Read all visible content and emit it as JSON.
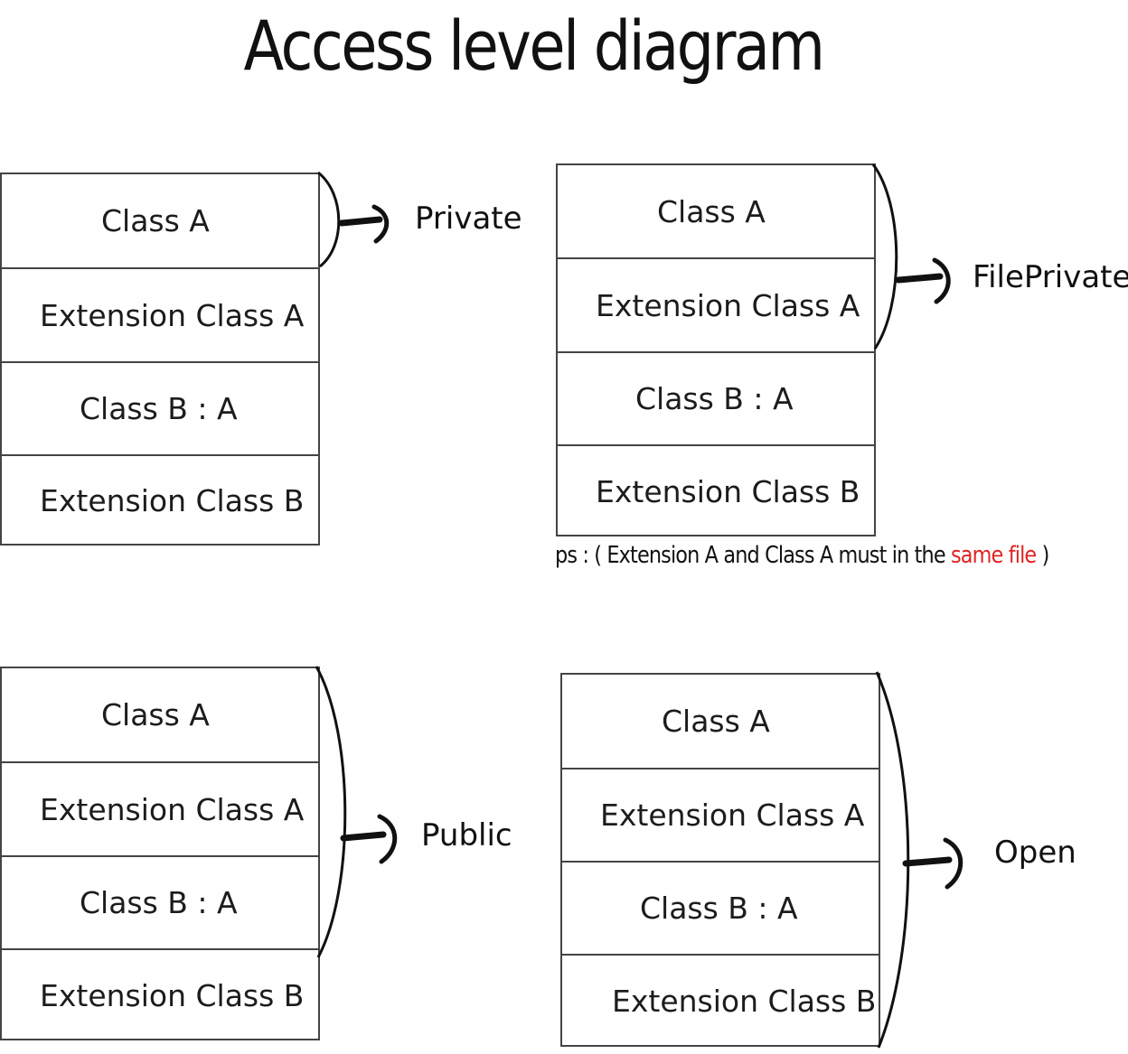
{
  "title": "Access level diagram",
  "colors": {
    "border": "#444444",
    "text": "#1a1a1a",
    "highlight": "#e02424"
  },
  "groups": [
    {
      "label": "Private",
      "cells": [
        "Class A",
        "Extension Class A",
        "Class B : A",
        "Extension Class B"
      ]
    },
    {
      "label": "FilePrivate",
      "cells": [
        "Class A",
        "Extension Class A",
        "Class B : A",
        "Extension Class B"
      ]
    },
    {
      "label": "Public",
      "cells": [
        "Class A",
        "Extension Class A",
        "Class B : A",
        "Extension Class B"
      ]
    },
    {
      "label": "Open",
      "cells": [
        "Class A",
        "Extension Class A",
        "Class B : A",
        "Extension Class B"
      ]
    }
  ],
  "note": {
    "prefix": "ps : ( Extension A and Class A must in the ",
    "highlight": "same file",
    "suffix": " )"
  }
}
